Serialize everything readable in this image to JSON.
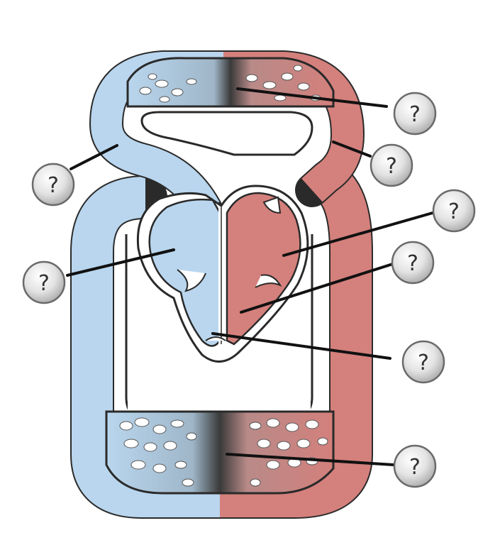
{
  "markers": [
    {
      "id": "lung-capillaries",
      "glyph": "?"
    },
    {
      "id": "pulmonary-vein",
      "glyph": "?"
    },
    {
      "id": "pulmonary-artery",
      "glyph": "?"
    },
    {
      "id": "left-atrium",
      "glyph": "?"
    },
    {
      "id": "right-atrium",
      "glyph": "?"
    },
    {
      "id": "left-ventricle",
      "glyph": "?"
    },
    {
      "id": "septum",
      "glyph": "?"
    },
    {
      "id": "body-capillaries",
      "glyph": "?"
    }
  ],
  "colors": {
    "deoxygenated": "#b9d6ee",
    "oxygenated": "#d4807c",
    "outline": "#2a2a2a",
    "marker_fill": "#d6d6d6"
  }
}
